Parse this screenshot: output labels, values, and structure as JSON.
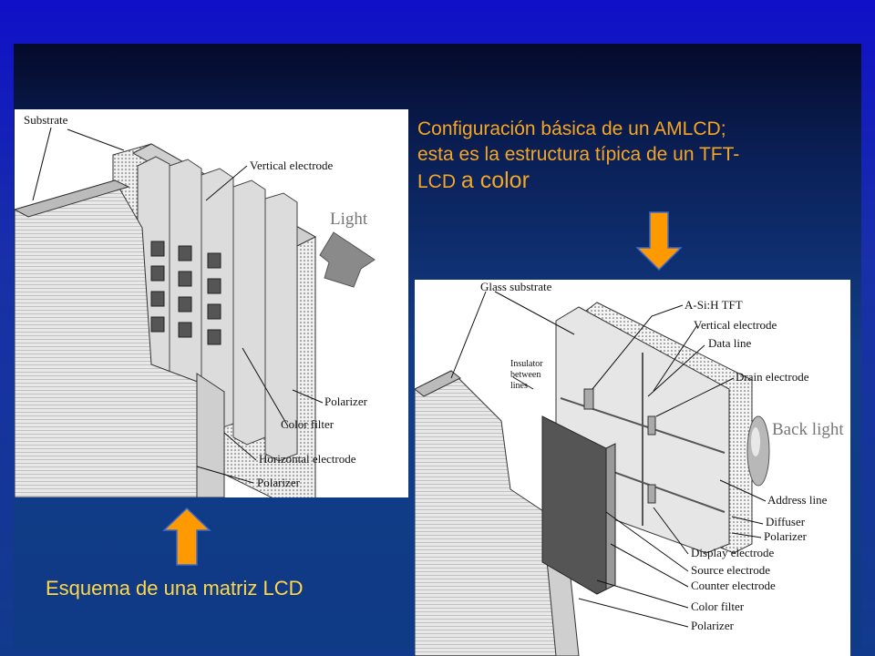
{
  "slide": {
    "colors": {
      "caption_orange": "#f5a623",
      "caption_yellow": "#ffd84a",
      "arrow_fill": "#ff9900"
    }
  },
  "caption_top": {
    "line1": "Configuración básica de un AMLCD;",
    "line2": "esta es la estructura típica de un TFT-",
    "line3_small": "LCD",
    "line3_big": "a color"
  },
  "caption_bottom": "Esquema de una matriz LCD",
  "diagram_left": {
    "labels": {
      "substrate": "Substrate",
      "vertical_electrode": "Vertical electrode",
      "light": "Light",
      "polarizer_top": "Polarizer",
      "color_filter": "Color filter",
      "horizontal_electrode": "Horizontal electrode",
      "polarizer_bottom": "Polarizer"
    }
  },
  "diagram_right": {
    "labels": {
      "glass_substrate": "Glass substrate",
      "a_si_tft": "A-Si:H TFT",
      "vertical_electrode": "Vertical electrode",
      "data_line": "Data line",
      "insulator_1": "Insulator",
      "insulator_2": "between",
      "insulator_3": "lines",
      "drain_electrode": "Drain electrode",
      "back_light": "Back light",
      "address_line": "Address line",
      "diffuser": "Diffuser",
      "polarizer_back": "Polarizer",
      "display_electrode": "Display electrode",
      "source_electrode": "Source electrode",
      "counter_electrode": "Counter electrode",
      "color_filter": "Color filter",
      "polarizer_front": "Polarizer"
    }
  }
}
